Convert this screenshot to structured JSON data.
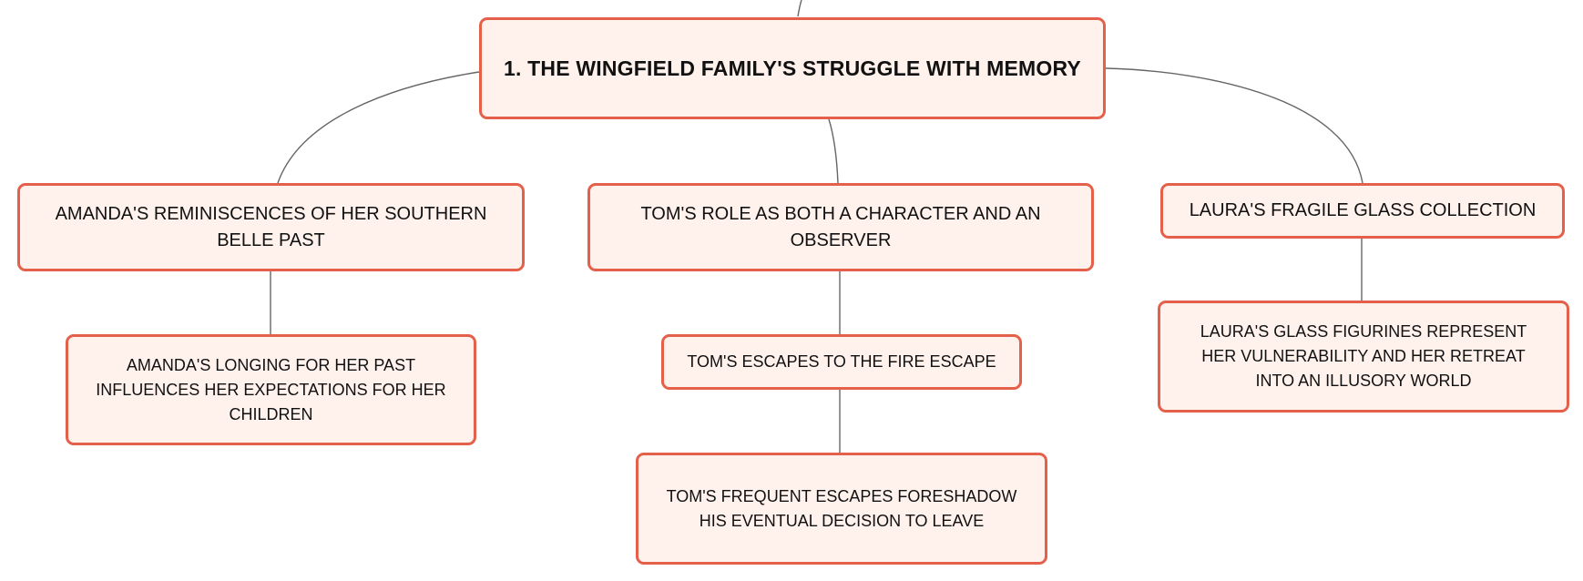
{
  "colors": {
    "node_fill": "#fff1ec",
    "node_border": "#e5604a",
    "connector": "#666666",
    "text": "#111111"
  },
  "root": {
    "label": "1. THE WINGFIELD FAMILY'S STRUGGLE WITH MEMORY"
  },
  "branches": [
    {
      "label": "AMANDA'S REMINISCENCES OF HER SOUTHERN BELLE PAST",
      "children": [
        {
          "label": "AMANDA'S LONGING FOR HER PAST INFLUENCES HER EXPECTATIONS FOR HER CHILDREN"
        }
      ]
    },
    {
      "label": "TOM'S ROLE AS BOTH A CHARACTER AND AN OBSERVER",
      "children": [
        {
          "label": "TOM'S ESCAPES TO THE FIRE ESCAPE",
          "children": [
            {
              "label": "TOM'S FREQUENT ESCAPES FORESHADOW HIS EVENTUAL DECISION TO LEAVE"
            }
          ]
        }
      ]
    },
    {
      "label": "LAURA'S FRAGILE GLASS COLLECTION",
      "children": [
        {
          "label": "LAURA'S GLASS FIGURINES REPRESENT HER VULNERABILITY AND HER RETREAT INTO AN ILLUSORY WORLD"
        }
      ]
    }
  ]
}
